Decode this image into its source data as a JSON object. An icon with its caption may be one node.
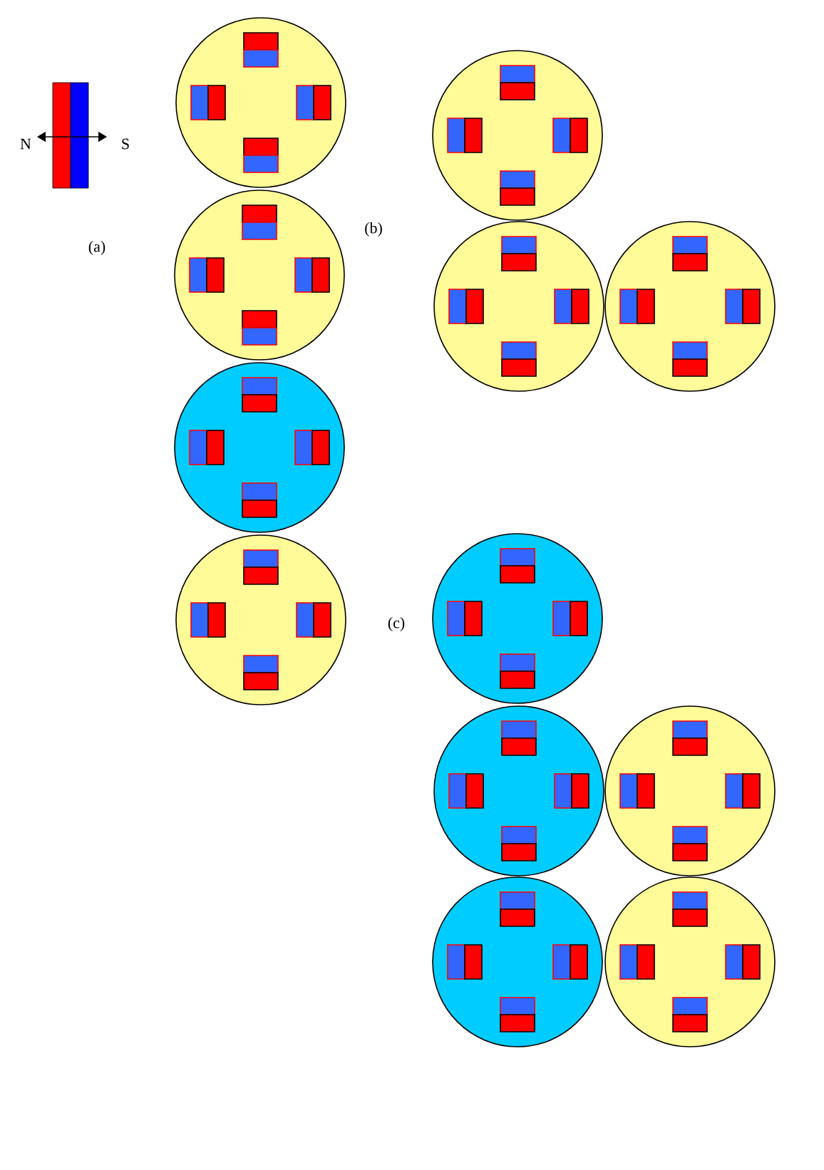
{
  "diagram": {
    "nodes": [
      {
        "text": [],
        "shape": "circle"
      },
      {
        "text": [],
        "shape": "circle"
      },
      {
        "text": [],
        "shape": "circle"
      },
      {
        "text": [],
        "shape": "circle"
      },
      {
        "text": [],
        "shape": "circle"
      },
      {
        "text": [],
        "shape": "circle"
      },
      {
        "text": [],
        "shape": "circle"
      },
      {
        "text": [],
        "shape": "circle"
      },
      {
        "text": [],
        "shape": "circle"
      },
      {
        "text": [],
        "shape": "circle"
      },
      {
        "text": [],
        "shape": "circle"
      },
      {
        "text": [],
        "shape": "circle"
      }
    ],
    "labels": [
      "N",
      "S",
      "(a)",
      "(b)",
      "(c)"
    ]
  }
}
